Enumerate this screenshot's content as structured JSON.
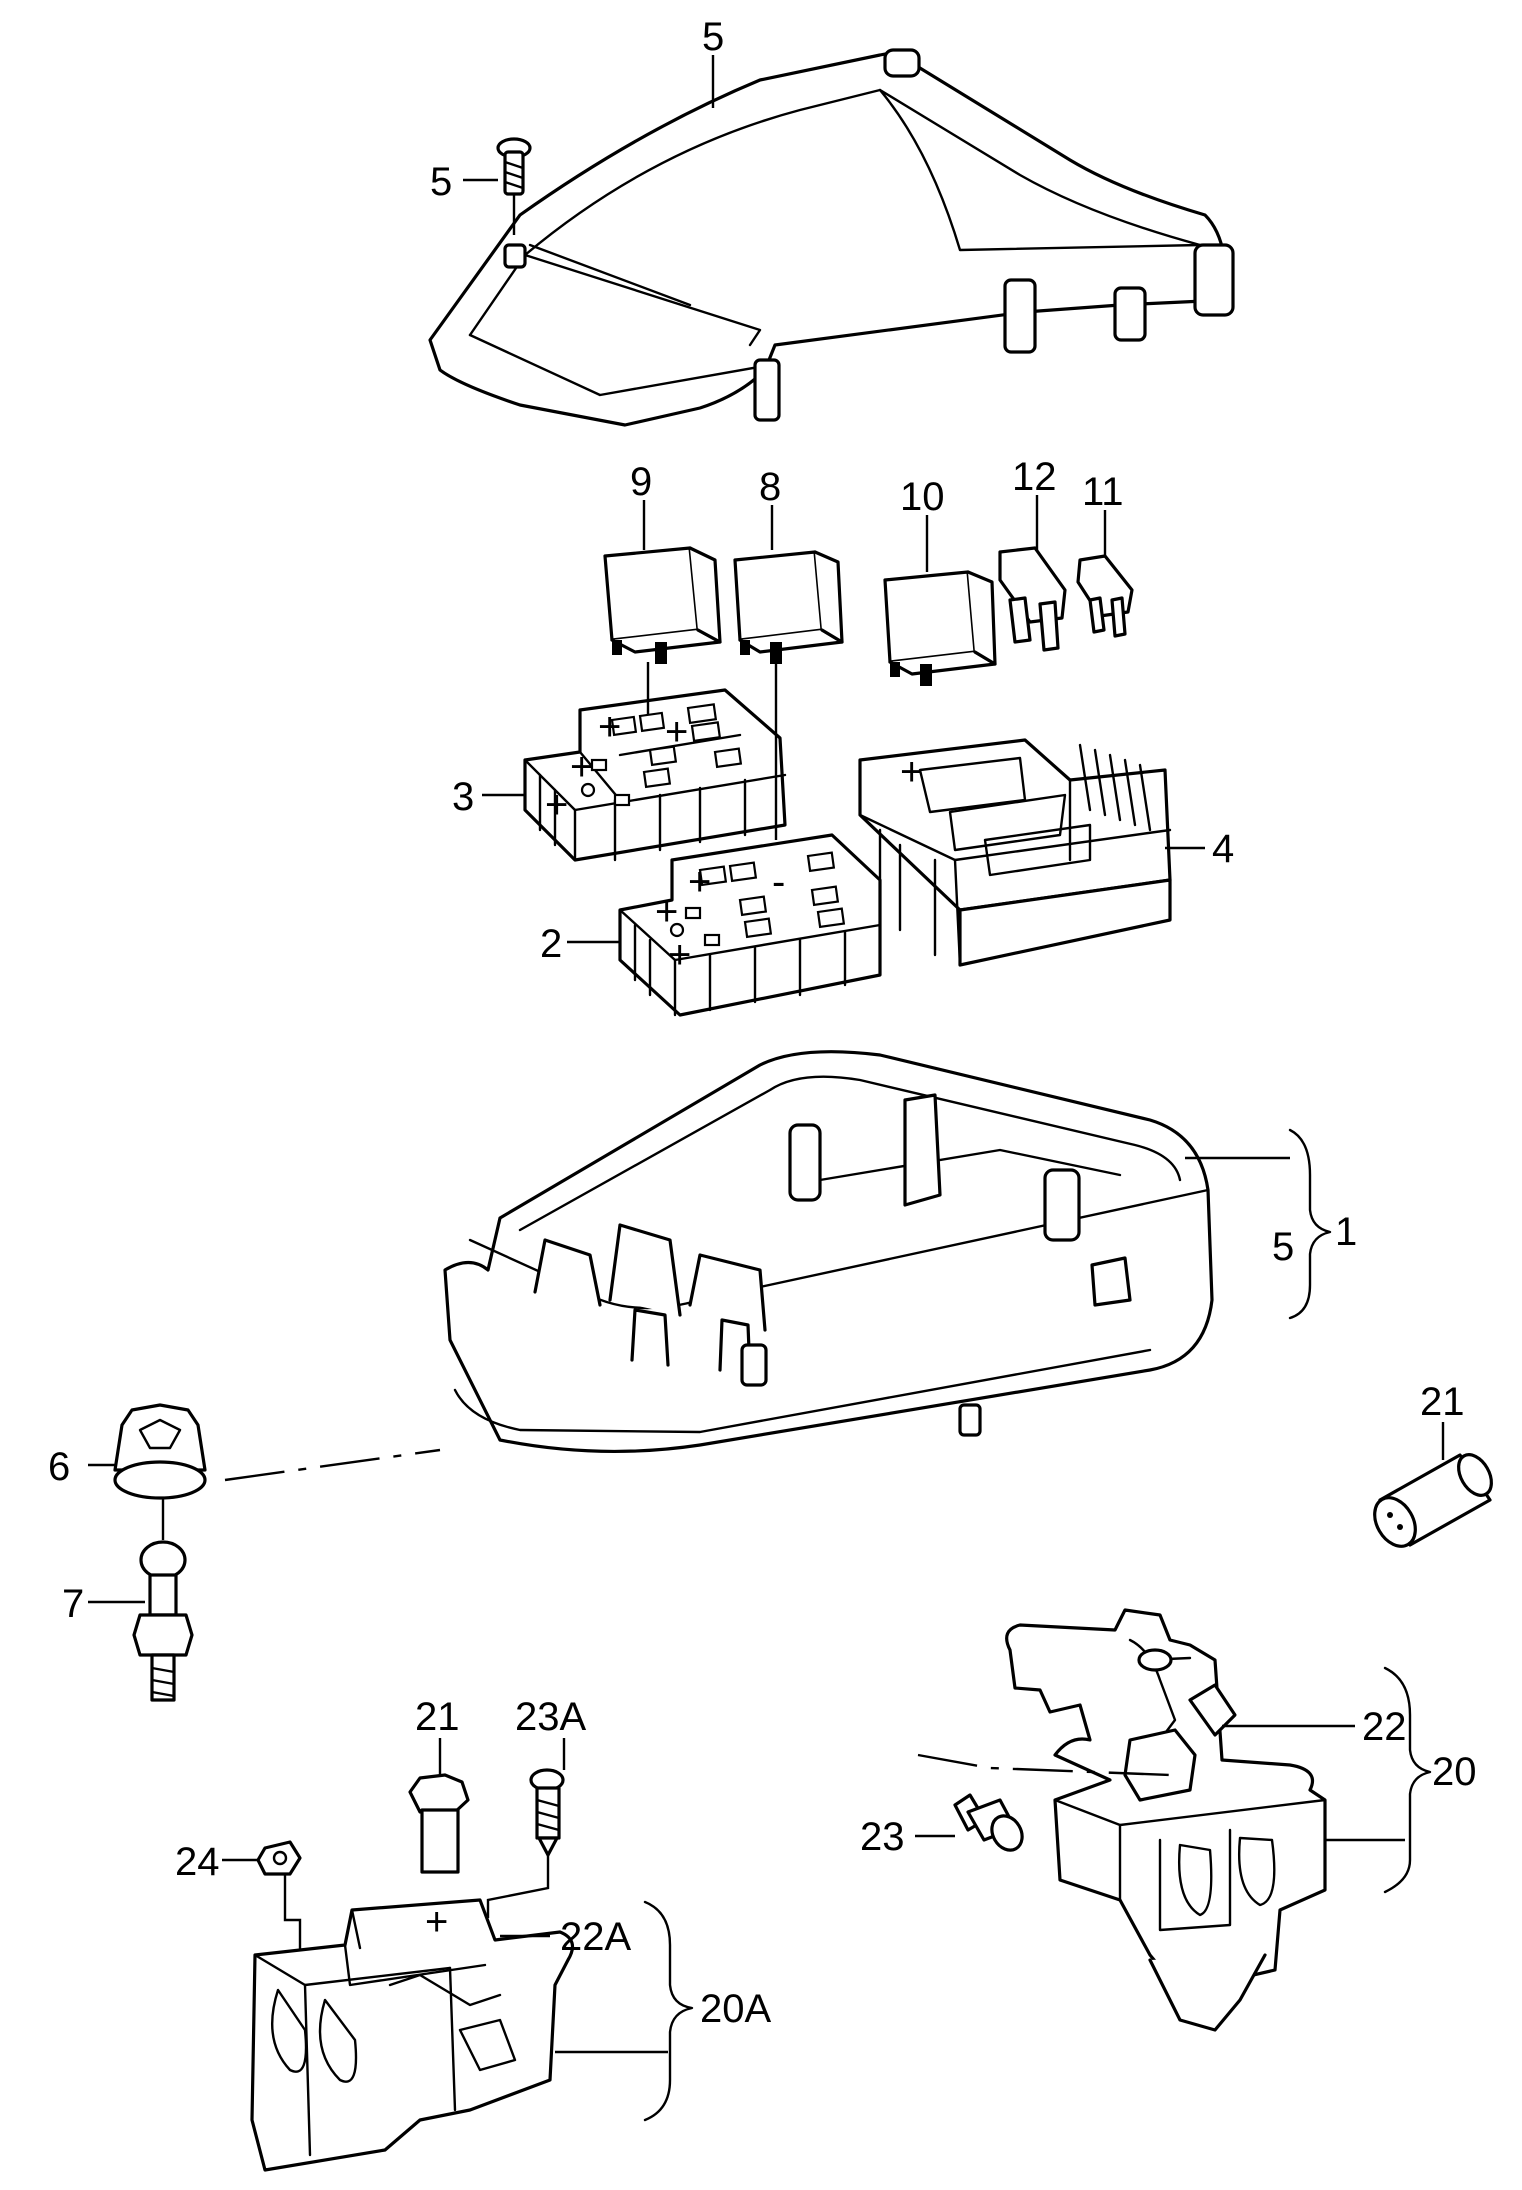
{
  "diagram": {
    "labels": {
      "cover": "5",
      "cover_screw": "5",
      "relay_9": "9",
      "relay_8": "8",
      "relay_10": "10",
      "fuse_12": "12",
      "fuse_11": "11",
      "relay_carrier_3": "3",
      "fuse_carrier_4": "4",
      "relay_carrier_2": "2",
      "housing_bracket_outer": "1",
      "housing_bracket_inner": "5",
      "grommet": "6",
      "stud": "7",
      "cap_right": "21",
      "cap_left": "21",
      "screw_23a": "23A",
      "nut_24": "24",
      "fuse_holder_22a": "22A",
      "assembly_20a": "20A",
      "fuse_holder_22": "22",
      "assembly_20": "20",
      "screw_23": "23"
    },
    "symbols": {
      "plus": "+",
      "minus": "-"
    }
  }
}
